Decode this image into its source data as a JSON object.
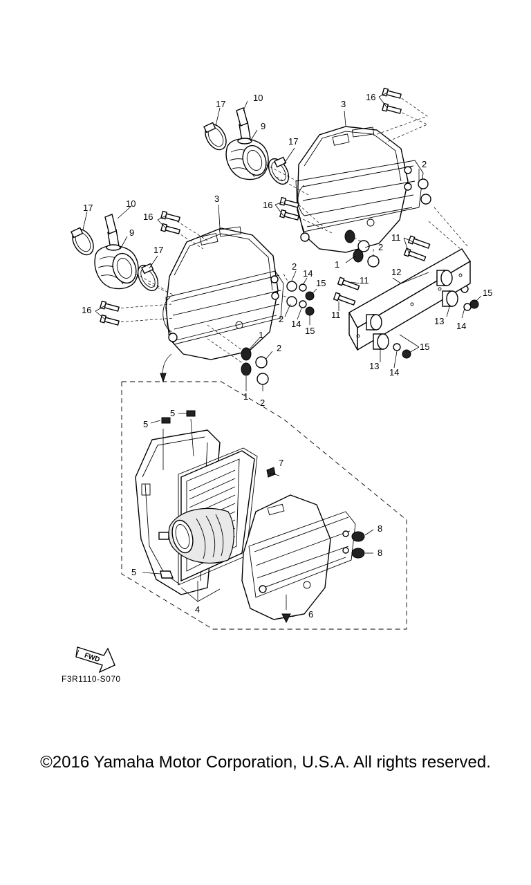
{
  "figure_code": "F3R1110-S070",
  "copyright": "©2016 Yamaha Motor Corporation, U.S.A. All rights reserved.",
  "fwd_badge": "FWD",
  "callouts": [
    "1",
    "2",
    "3",
    "4",
    "5",
    "6",
    "7",
    "8",
    "9",
    "10",
    "11",
    "12",
    "13",
    "14",
    "15",
    "16",
    "17"
  ]
}
